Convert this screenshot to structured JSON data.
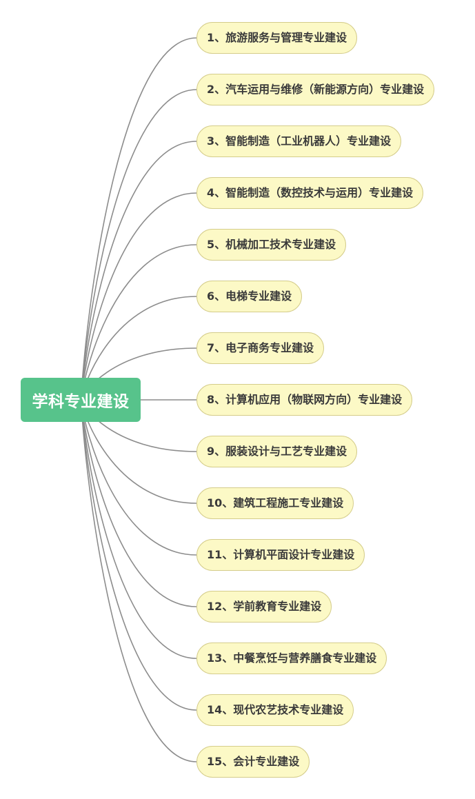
{
  "root": {
    "label": "学科专业建设"
  },
  "colors": {
    "root_fill": "#57c38b",
    "root_text": "#ffffff",
    "branch_fill": "#fcf9c6",
    "branch_border": "#d4cc8a",
    "branch_text": "#3a3a3a",
    "connector": "#8c8c8c"
  },
  "branches": [
    {
      "label": "1、旅游服务与管理专业建设"
    },
    {
      "label": "2、汽车运用与维修（新能源方向）专业建设"
    },
    {
      "label": "3、智能制造（工业机器人）专业建设"
    },
    {
      "label": "4、智能制造（数控技术与运用）专业建设"
    },
    {
      "label": "5、机械加工技术专业建设"
    },
    {
      "label": "6、电梯专业建设"
    },
    {
      "label": "7、电子商务专业建设"
    },
    {
      "label": "8、计算机应用（物联网方向）专业建设"
    },
    {
      "label": "9、服装设计与工艺专业建设"
    },
    {
      "label": "10、建筑工程施工专业建设"
    },
    {
      "label": "11、计算机平面设计专业建设"
    },
    {
      "label": "12、学前教育专业建设"
    },
    {
      "label": "13、中餐烹饪与营养膳食专业建设"
    },
    {
      "label": "14、现代农艺技术专业建设"
    },
    {
      "label": "15、会计专业建设"
    }
  ]
}
